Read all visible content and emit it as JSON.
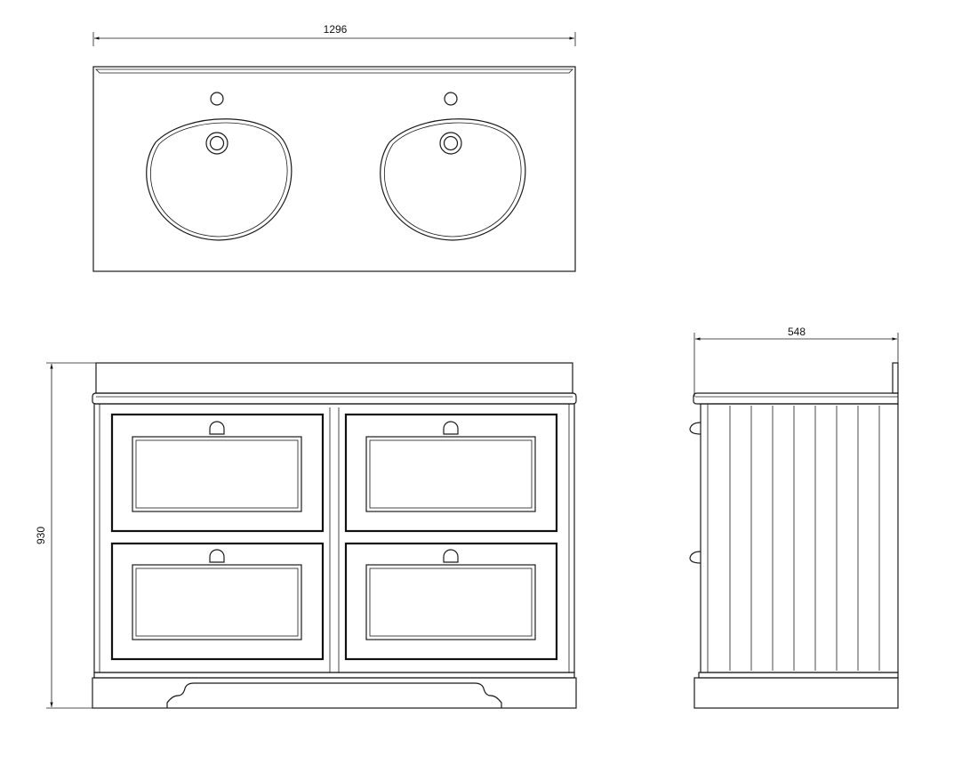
{
  "dimensions": {
    "width": "1296",
    "height": "930",
    "depth": "548"
  },
  "colors": {
    "line": "#1a1a1a",
    "background": "#ffffff"
  }
}
